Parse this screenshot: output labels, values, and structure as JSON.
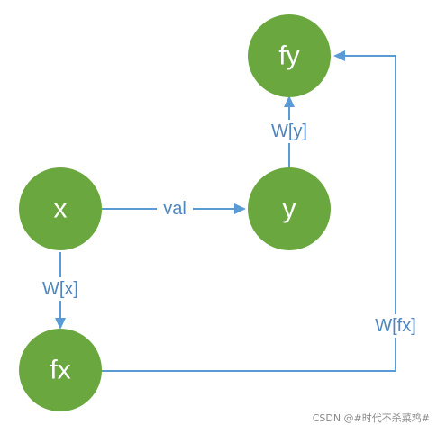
{
  "nodes": {
    "x": {
      "label": "x",
      "color": "#6aa73f"
    },
    "y": {
      "label": "y",
      "color": "#6aa73f"
    },
    "fx": {
      "label": "fx",
      "color": "#6aa73f"
    },
    "fy": {
      "label": "fy",
      "color": "#6aa73f"
    }
  },
  "edges": {
    "x_to_y": {
      "label": "val"
    },
    "x_to_fx": {
      "label": "W[x]"
    },
    "y_to_fy": {
      "label": "W[y]"
    },
    "fx_to_fy": {
      "label": "W[fx]"
    }
  },
  "colors": {
    "node_fill": "#6aa73f",
    "edge_stroke": "#5b9bd5",
    "edge_label": "#4f86bf"
  },
  "watermark": "CSDN @#时代不杀菜鸡#"
}
